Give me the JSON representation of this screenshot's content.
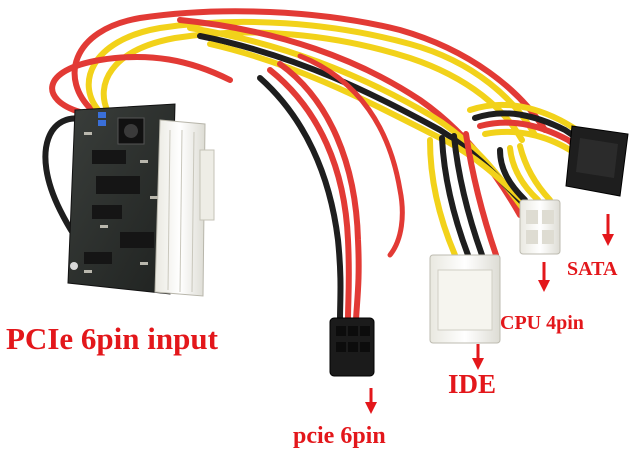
{
  "image": {
    "subject": "pico-psu-adapter-board-with-power-cables",
    "colors": {
      "background": "#ffffff",
      "label_text": "#e3171b",
      "wire_red": "#e23a35",
      "wire_yellow": "#f2d21a",
      "wire_black": "#1e1e1e",
      "pcb": "#2a2d2b",
      "connector_white": "#f1f0ea"
    }
  },
  "labels": {
    "pcie_input": "PCIe 6pin input",
    "cpu": "CPU 4pin",
    "sata": "SATA",
    "ide": "IDE",
    "pcie_output": "pcie 6pin"
  }
}
